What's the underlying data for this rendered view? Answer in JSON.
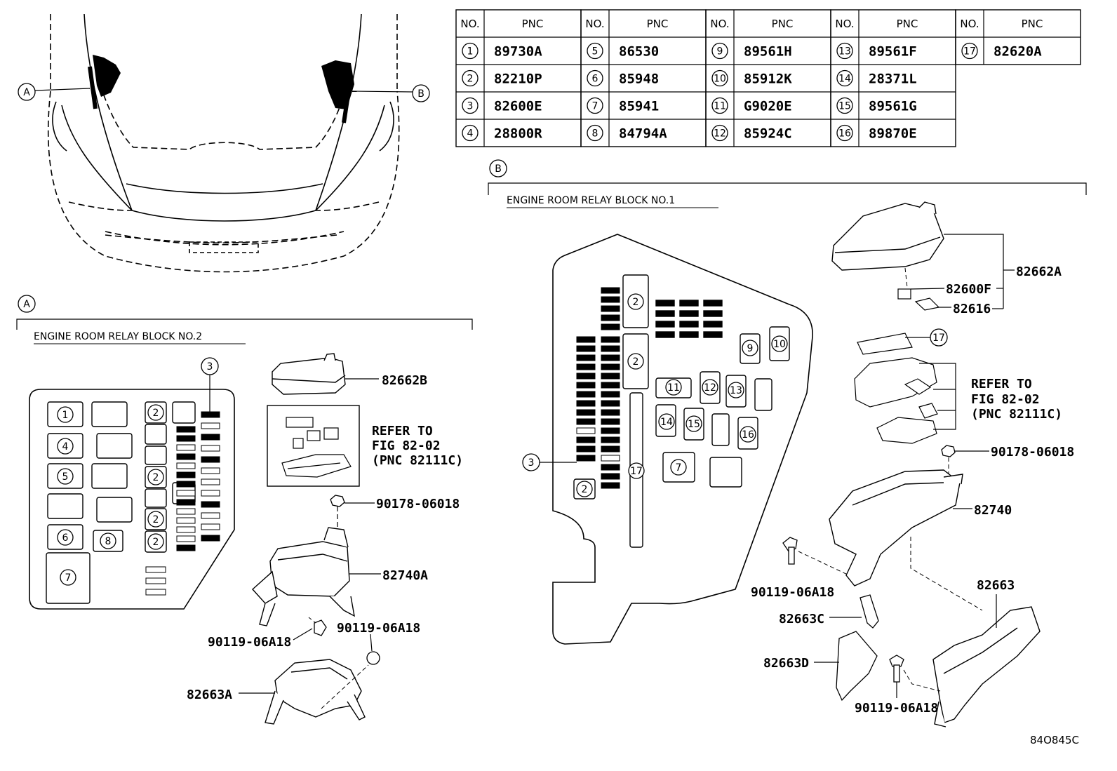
{
  "table": {
    "header_no": "NO.",
    "header_pnc": "PNC",
    "rows": [
      {
        "no": "1",
        "pnc": "89730A"
      },
      {
        "no": "2",
        "pnc": "82210P"
      },
      {
        "no": "3",
        "pnc": "82600E"
      },
      {
        "no": "4",
        "pnc": "28800R"
      },
      {
        "no": "5",
        "pnc": "86530"
      },
      {
        "no": "6",
        "pnc": "85948"
      },
      {
        "no": "7",
        "pnc": "85941"
      },
      {
        "no": "8",
        "pnc": "84794A"
      },
      {
        "no": "9",
        "pnc": "89561H"
      },
      {
        "no": "10",
        "pnc": "85912K"
      },
      {
        "no": "11",
        "pnc": "G9020E"
      },
      {
        "no": "12",
        "pnc": "85924C"
      },
      {
        "no": "13",
        "pnc": "89561F"
      },
      {
        "no": "14",
        "pnc": "28371L"
      },
      {
        "no": "15",
        "pnc": "89561G"
      },
      {
        "no": "16",
        "pnc": "89870E"
      },
      {
        "no": "17",
        "pnc": "82620A"
      }
    ]
  },
  "callouts": {
    "a": "A",
    "b": "B"
  },
  "section_a": {
    "title": "ENGINE ROOM RELAY BLOCK NO.2",
    "parts": {
      "cover": "82662B",
      "refer1": "REFER TO",
      "refer2": "FIG 82-02",
      "refer3": "(PNC 82111C)",
      "nut": "90178-06018",
      "bracket": "82740A",
      "bolt1": "90119-06A18",
      "bolt2": "90119-06A18",
      "lower": "82663A"
    }
  },
  "section_b": {
    "title": "ENGINE ROOM RELAY BLOCK NO.1",
    "parts": {
      "cover": "82662A",
      "relay": "82600F",
      "clip": "82616",
      "refer1": "REFER TO",
      "refer2": "FIG 82-02",
      "refer3": "(PNC 82111C)",
      "nut": "90178-06018",
      "bracket": "82740",
      "bolt1": "90119-06A18",
      "lower": "82663",
      "lower_c": "82663C",
      "lower_d": "82663D",
      "bolt2": "90119-06A18"
    }
  },
  "figure_id": "84O845C"
}
